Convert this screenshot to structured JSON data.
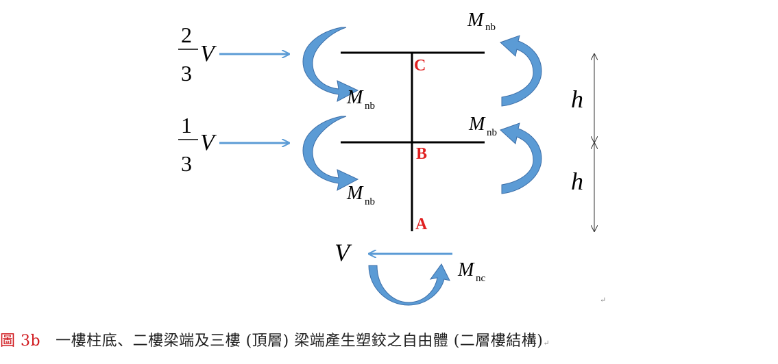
{
  "colors": {
    "arrow": "#5b9bd5",
    "moment_light": "#5b9bd5",
    "moment_dark": "#3d6fa8",
    "frame": "#000000",
    "node_label": "#e02020",
    "caption_label": "#d0191e"
  },
  "forces": {
    "top": {
      "numerator": "2",
      "denominator": "3",
      "symbol": "V"
    },
    "middle": {
      "numerator": "1",
      "denominator": "3",
      "symbol": "V"
    },
    "base": {
      "symbol": "V"
    }
  },
  "moments": {
    "symbol": "M",
    "beam_subscript": "nb",
    "column_subscript": "nc"
  },
  "nodes": {
    "top": "C",
    "middle": "B",
    "base": "A"
  },
  "dimensions": {
    "upper": "h",
    "lower": "h"
  },
  "paragraph_mark": "↵",
  "caption": {
    "label": "圖 3b",
    "text": "一樓柱底、二樓梁端及三樓 (頂層) 梁端產生塑鉸之自由體 (二層樓結構)",
    "end_mark": "↵"
  }
}
